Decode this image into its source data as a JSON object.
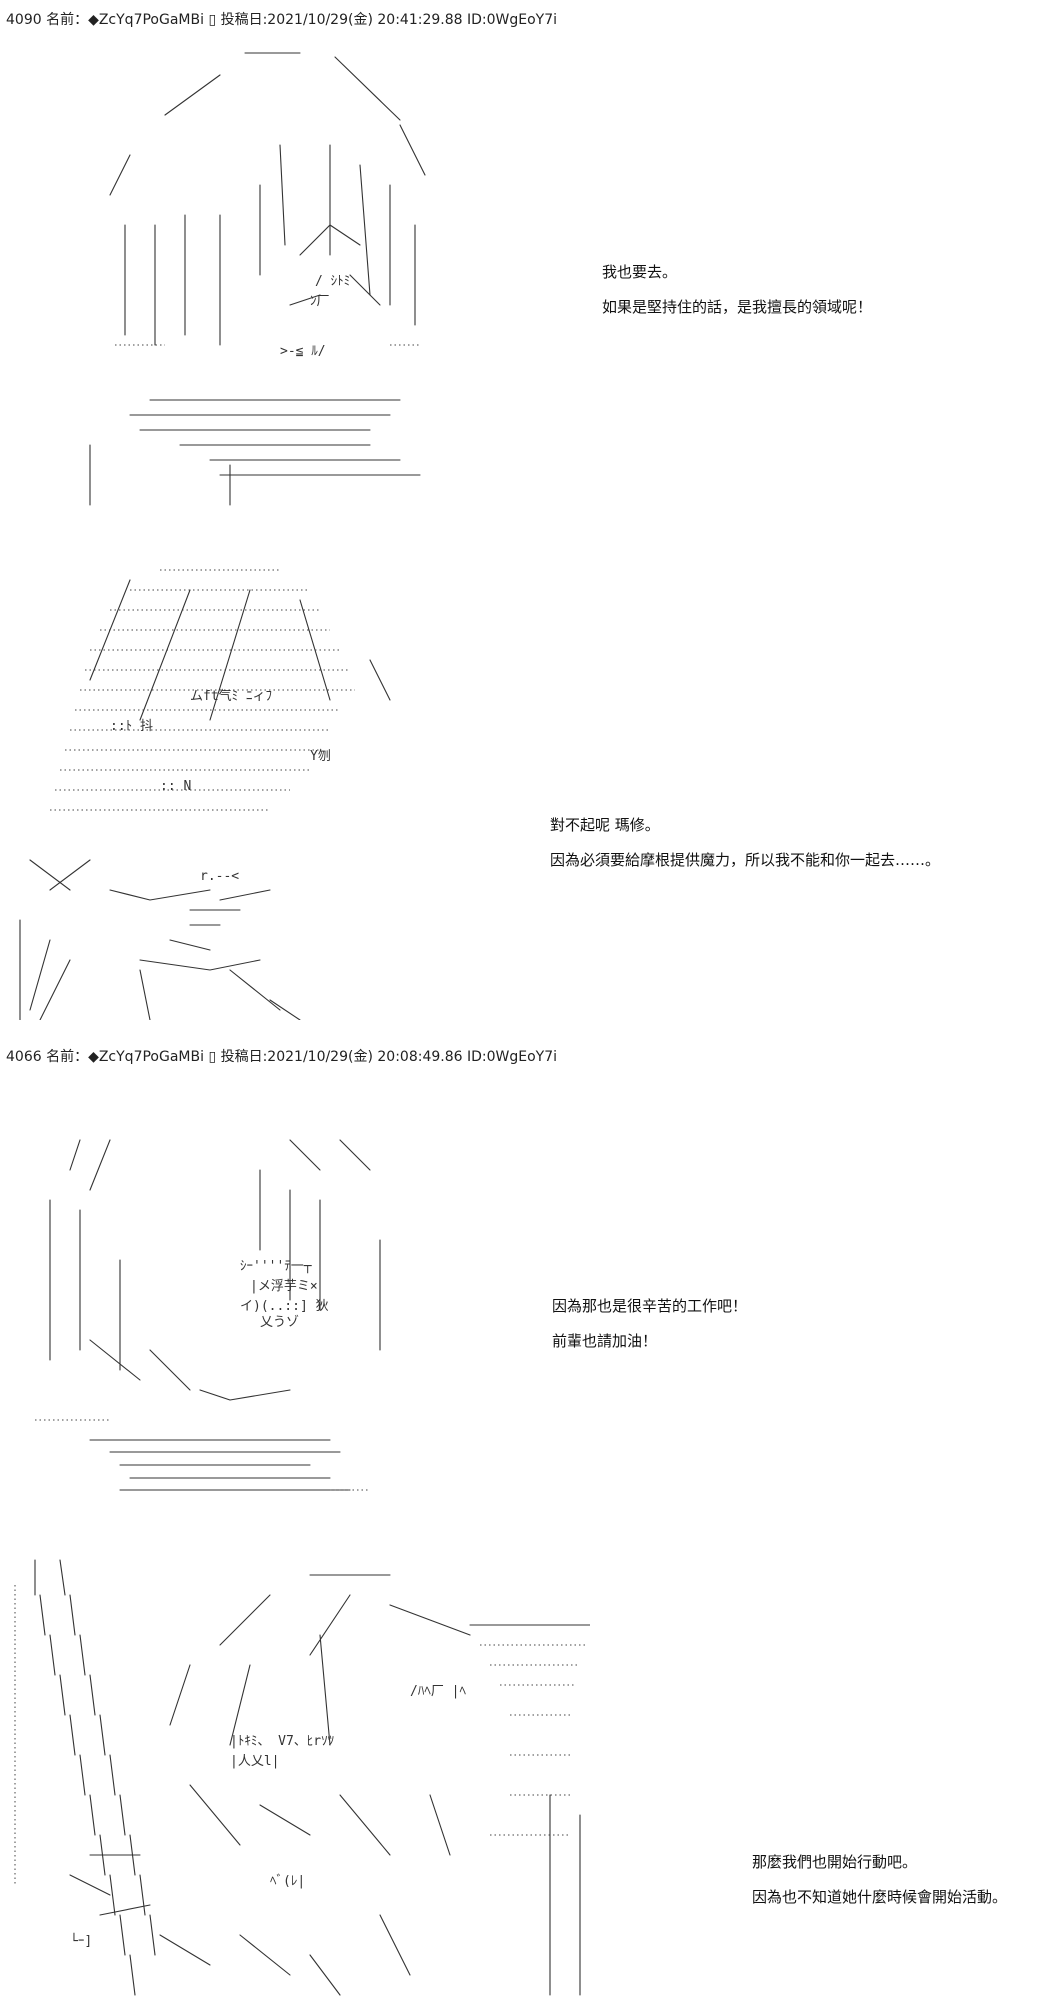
{
  "posts": [
    {
      "header": "4090 名前：◆ZcYq7PoGaMBi ▯ 投稿日:2021/10/29(金) 20:41:29.88 ID:0WgEoY7i",
      "panels": [
        {
          "lines": [
            "我也要去。",
            "如果是堅持住的話，是我擅長的領域呢！"
          ]
        },
        {
          "lines": [
            "對不起呢 瑪修。",
            "因為必須要給摩根提供魔力，所以我不能和你一起去……。"
          ]
        }
      ]
    },
    {
      "header": "4066 名前：◆ZcYq7PoGaMBi ▯ 投稿日:2021/10/29(金) 20:08:49.86 ID:0WgEoY7i",
      "panels": [
        {
          "lines": [
            "因為那也是很辛苦的工作吧！",
            "前輩也請加油！"
          ]
        },
        {
          "lines": [
            "那麼我們也開始行動吧。",
            "因為也不知道她什麼時候會開始活動。"
          ]
        }
      ]
    }
  ]
}
